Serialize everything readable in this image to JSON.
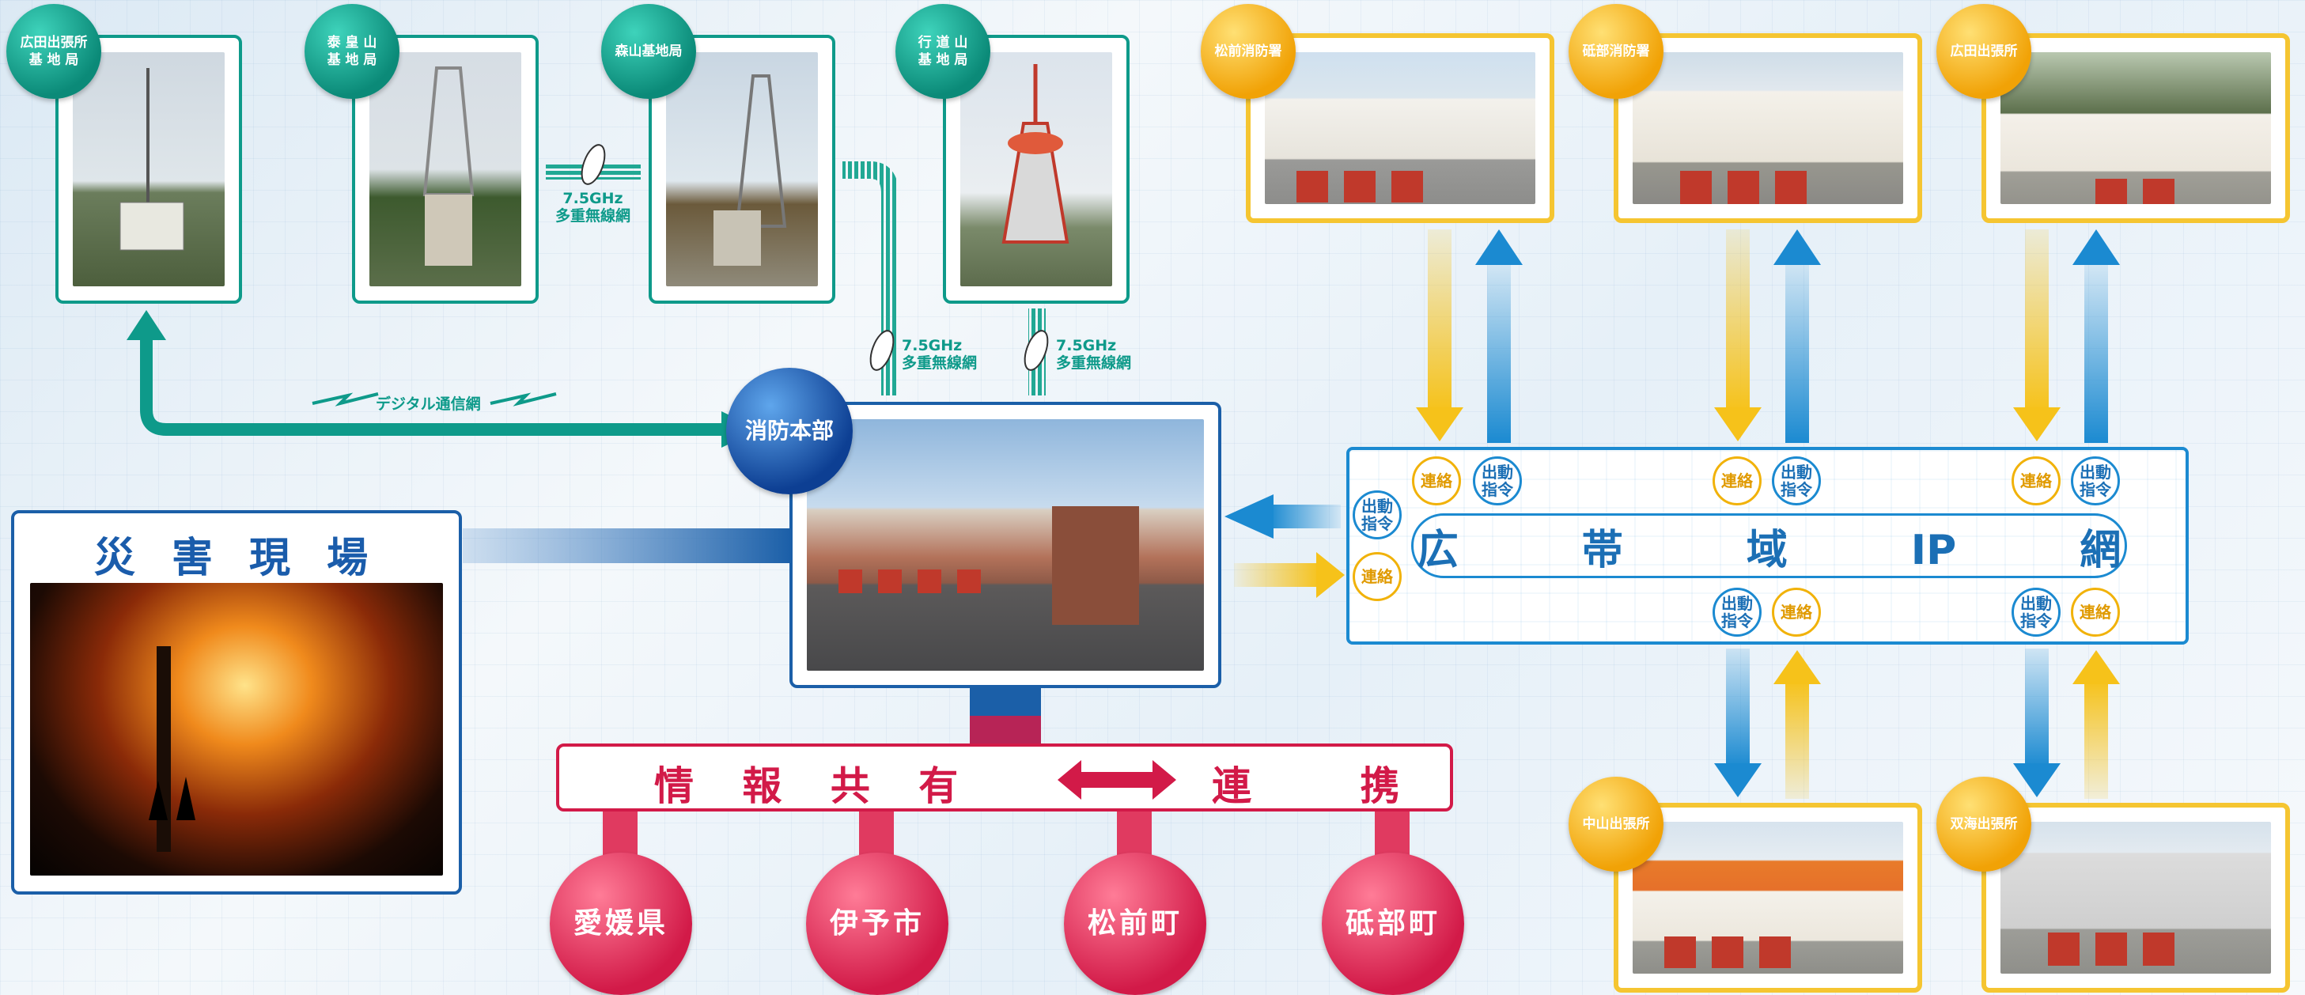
{
  "base_stations": [
    {
      "label": "広田出張所\n基 地 局"
    },
    {
      "label": "泰 皇 山\n基 地 局"
    },
    {
      "label": "森山基地局"
    },
    {
      "label": "行 道 山\n基 地 局"
    }
  ],
  "fire_stations_top": [
    {
      "label": "松前消防署"
    },
    {
      "label": "砥部消防署"
    },
    {
      "label": "広田出張所"
    }
  ],
  "fire_stations_bottom": [
    {
      "label": "中山出張所"
    },
    {
      "label": "双海出張所"
    }
  ],
  "microwave_links": [
    {
      "freq": "7.5GHz",
      "name": "多重無線網"
    },
    {
      "freq": "7.5GHz",
      "name": "多重無線網"
    },
    {
      "freq": "7.5GHz",
      "name": "多重無線網"
    }
  ],
  "digital_link": {
    "label": "デジタル通信網"
  },
  "hq": {
    "label": "消防本部"
  },
  "disaster_site": {
    "title": "災 害 現 場"
  },
  "info_share": {
    "left": "情 報 共 有",
    "right": "連 携"
  },
  "orgs": [
    {
      "label": "愛媛県"
    },
    {
      "label": "伊予市"
    },
    {
      "label": "松前町"
    },
    {
      "label": "砥部町"
    }
  ],
  "ip_network": {
    "title": "広　　　帯　　　域　　　IP　　　網",
    "renraku": "連絡",
    "shutsudo": "出動\n指令"
  },
  "colors": {
    "teal": "#0e9a8a",
    "gold": "#f5c531",
    "blue": "#1b5fa8",
    "red": "#d21a48",
    "arrow_blue": "#1b8ad1",
    "arrow_yellow": "#f6c21a"
  }
}
